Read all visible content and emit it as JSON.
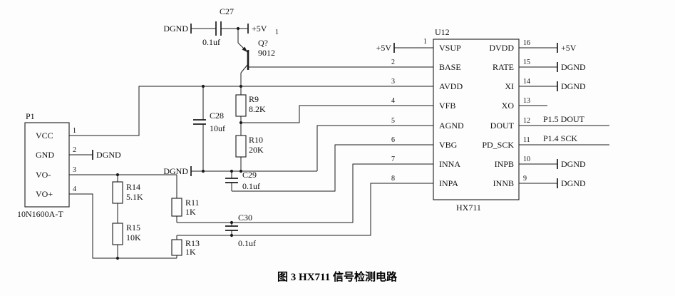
{
  "caption": "图 3  HX711 信号检测电路",
  "ic": {
    "ref": "U12",
    "part": "HX711",
    "left_pins": [
      {
        "num": "1",
        "name": "VSUP"
      },
      {
        "num": "2",
        "name": "BASE"
      },
      {
        "num": "3",
        "name": "AVDD"
      },
      {
        "num": "4",
        "name": "VFB"
      },
      {
        "num": "5",
        "name": "AGND"
      },
      {
        "num": "6",
        "name": "VBG"
      },
      {
        "num": "7",
        "name": "INNA"
      },
      {
        "num": "8",
        "name": "INPA"
      }
    ],
    "right_pins": [
      {
        "num": "16",
        "name": "DVDD"
      },
      {
        "num": "15",
        "name": "RATE"
      },
      {
        "num": "14",
        "name": "XI"
      },
      {
        "num": "13",
        "name": "XO"
      },
      {
        "num": "12",
        "name": "DOUT"
      },
      {
        "num": "11",
        "name": "PD_SCK"
      },
      {
        "num": "10",
        "name": "INPB"
      },
      {
        "num": "9",
        "name": "INNB"
      }
    ]
  },
  "connector": {
    "ref": "P1",
    "part": "10N1600A-T",
    "pins": [
      {
        "num": "1",
        "name": "VCC"
      },
      {
        "num": "2",
        "name": "GND"
      },
      {
        "num": "3",
        "name": "VO-"
      },
      {
        "num": "4",
        "name": "VO+"
      }
    ]
  },
  "transistor": {
    "ref": "Q?",
    "value": "9012",
    "pin": "1"
  },
  "capacitors": {
    "c27": {
      "ref": "C27",
      "value": "0.1uf"
    },
    "c28": {
      "ref": "C28",
      "value": "10uf"
    },
    "c29": {
      "ref": "C29",
      "value": "0.1uf"
    },
    "c30": {
      "ref": "C30",
      "value": "0.1uf"
    }
  },
  "resistors": {
    "r9": {
      "ref": "R9",
      "value": "8.2K"
    },
    "r10": {
      "ref": "R10",
      "value": "20K"
    },
    "r11": {
      "ref": "R11",
      "value": "1K"
    },
    "r13": {
      "ref": "R13",
      "value": "1K"
    },
    "r14": {
      "ref": "R14",
      "value": "5.1K"
    },
    "r15": {
      "ref": "R15",
      "value": "10K"
    }
  },
  "nets": {
    "vcc5": "+5V",
    "dgnd": "DGND",
    "dout_label": "P1.5 DOUT",
    "sck_label": "P1.4 SCK"
  },
  "colors": {
    "wire": "#1c1c1c",
    "background": "#fdfdfd"
  }
}
